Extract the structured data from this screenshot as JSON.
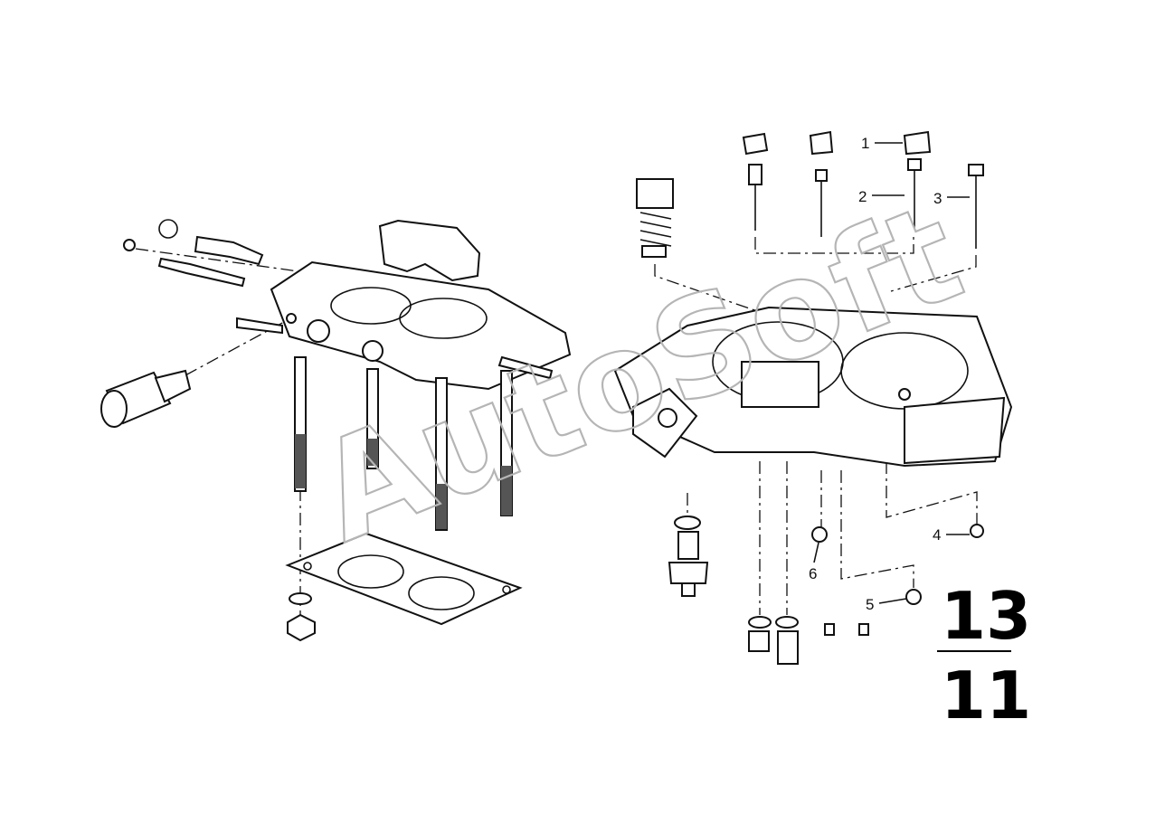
{
  "diagram": {
    "callouts": [
      "1",
      "2",
      "3",
      "4",
      "5",
      "6"
    ],
    "group_number_top": "13",
    "group_number_bottom": "11",
    "watermark_text": "AutoSoft"
  }
}
